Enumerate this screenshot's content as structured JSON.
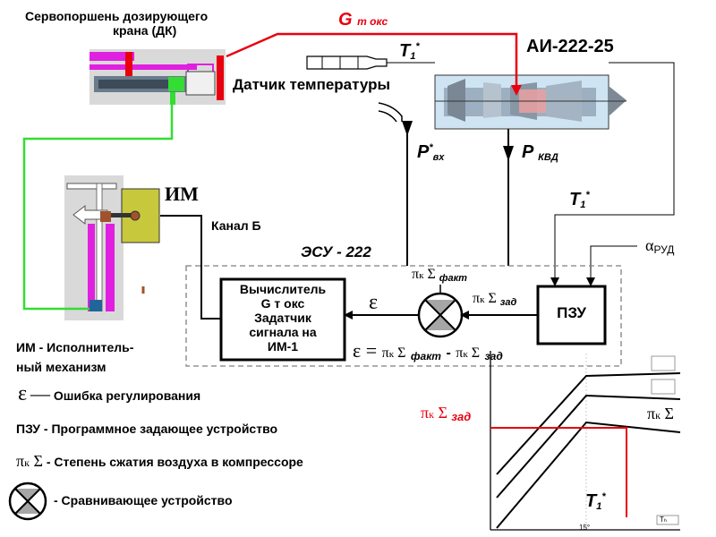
{
  "title_servo_line1": "Сервопоршень дозирующего",
  "title_servo_line2": "крана (ДК)",
  "g_label": "G",
  "g_sub": "т окс",
  "t1": "T",
  "t1_sup": "1",
  "star": "*",
  "engine_label": "АИ-222-25",
  "sensor_label": "Датчик температуры",
  "p_vx": "P",
  "p_vx_sub": "вх",
  "p_kvd": "P",
  "p_kvd_sub": "КВД",
  "t1_right": "T",
  "t1_right_sup": "1",
  "im_actuator": "ИМ",
  "channel_b": "Канал Б",
  "esu_label": "ЭСУ - 222",
  "alpha": "α",
  "alpha_sub": "РУД",
  "pi": "π",
  "pi_k": "к",
  "sigma": "Σ",
  "fact": "факт",
  "zad": "зад",
  "epsilon": "ε",
  "equals": "=",
  "minus": "-",
  "calc_line1": "Вычислитель",
  "calc_line2": "G т окс",
  "calc_line3": "Задатчик",
  "calc_line4": "сигнала на",
  "calc_line5": "ИМ-1",
  "pzu_label": "ПЗУ",
  "legend_im": "ИМ -  Исполнитель-",
  "legend_im2": "ный механизм",
  "legend_eps_dash": "—",
  "legend_eps_text": "Ошибка регулирования",
  "legend_pzu": "ПЗУ -  Программное задающее устройство",
  "legend_pi_text": "-  Степень сжатия воздуха в компрессоре",
  "legend_cmp_text": "-  Сравнивающее устройство",
  "chart_tick": "15°",
  "chart_corner": "Tₕ",
  "colors": {
    "red": "#e8000f",
    "green": "#33dd33",
    "magenta": "#e020e0",
    "olive": "#c8c83c",
    "gray": "#a6a6a6",
    "dash": "#7f7f7f"
  }
}
